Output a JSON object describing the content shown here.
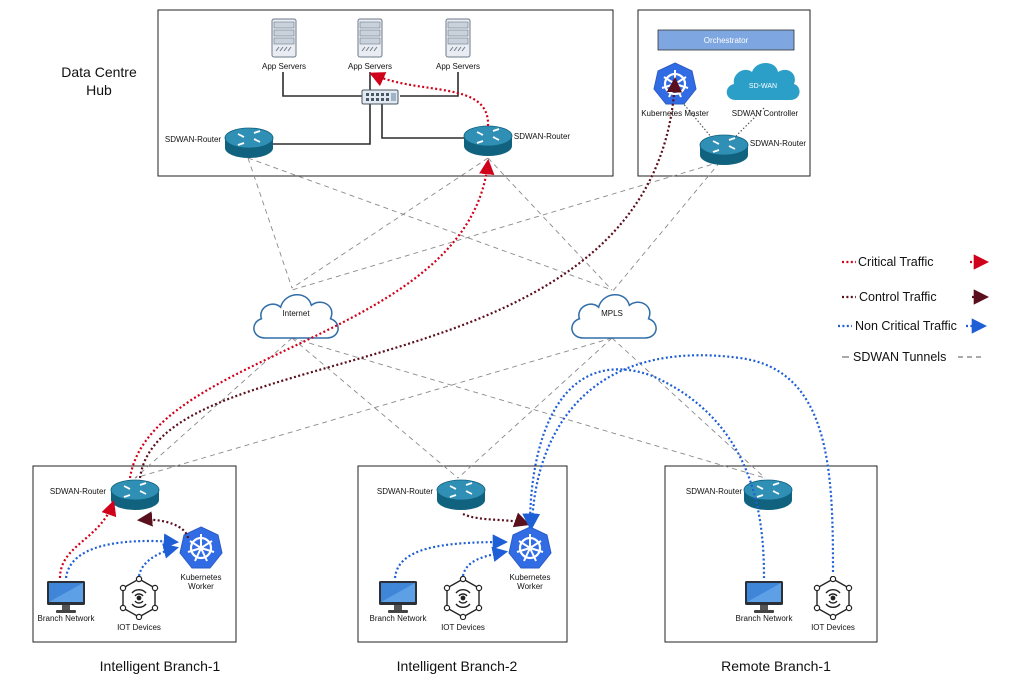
{
  "datacentre": {
    "title_line1": "Data Centre",
    "title_line2": "Hub",
    "app_servers": [
      "App Servers",
      "App Servers",
      "App Servers"
    ],
    "router_left": "SDWAN-Router",
    "router_right": "SDWAN-Router"
  },
  "orchestrator": {
    "title": "Orchestrator",
    "k8s_master": "Kubernetes Master",
    "sdwan_cloud": "SD-WAN",
    "sdwan_controller": "SDWAN Controller",
    "router": "SDWAN-Router"
  },
  "clouds": {
    "internet": "Internet",
    "mpls": "MPLS"
  },
  "branches": [
    {
      "name": "Intelligent Branch-1",
      "router": "SDWAN-Router",
      "worker": "Kubernetes Worker",
      "network": "Branch Network",
      "iot": "IOT Devices"
    },
    {
      "name": "Intelligent Branch-2",
      "router": "SDWAN-Router",
      "worker": "Kubernetes Worker",
      "network": "Branch Network",
      "iot": "IOT Devices"
    },
    {
      "name": "Remote Branch-1",
      "router": "SDWAN-Router",
      "network": "Branch Network",
      "iot": "IOT Devices"
    }
  ],
  "legend": {
    "critical": "Critical Traffic",
    "control": "Control Traffic",
    "noncritical": "Non Critical Traffic",
    "tunnels": "SDWAN Tunnels"
  },
  "colors": {
    "critical": "#d0021b",
    "control": "#5a0f1c",
    "noncritical": "#1f5fd6",
    "tunnel": "#8a8a8a",
    "router": "#10627f",
    "router_top": "#2f8fb4",
    "k8s": "#326ce5",
    "orchestrator_bar": "#7ea6e0",
    "sdwan_cloud": "#2b9fc7"
  },
  "icons": {
    "server": "server-rack-icon",
    "switch": "network-switch-icon",
    "router": "router-icon",
    "cloud": "cloud-icon",
    "kubernetes": "kubernetes-icon",
    "monitor": "monitor-icon",
    "iot": "iot-sensor-icon"
  }
}
